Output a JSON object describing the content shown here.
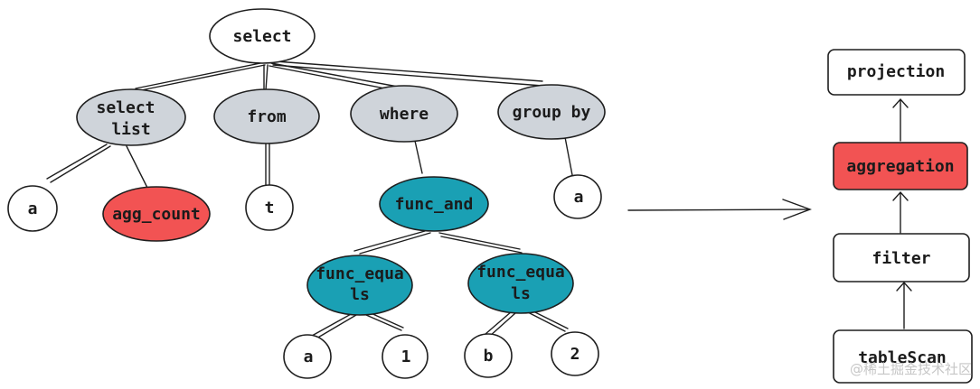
{
  "colors": {
    "white": "#ffffff",
    "gray": "#cfd4da",
    "teal": "#1aa0b4",
    "red": "#f25353",
    "ink": "#1e1e1e"
  },
  "ast": {
    "select": "select",
    "select_list": [
      "select",
      "list"
    ],
    "from": "from",
    "where": "where",
    "group_by": "group by",
    "a_col": "a",
    "agg_count": "agg_count",
    "t": "t",
    "func_and": "func_and",
    "func_equals_1": [
      "func_equa",
      "ls"
    ],
    "func_equals_2": [
      "func_equa",
      "ls"
    ],
    "group_a": "a",
    "eq_a": "a",
    "eq_1": "1",
    "eq_b": "b",
    "eq_2": "2"
  },
  "plan": {
    "projection": "projection",
    "aggregation": "aggregation",
    "filter": "filter",
    "table_scan": "tableScan"
  },
  "watermark": "@稀土掘金技术社区"
}
